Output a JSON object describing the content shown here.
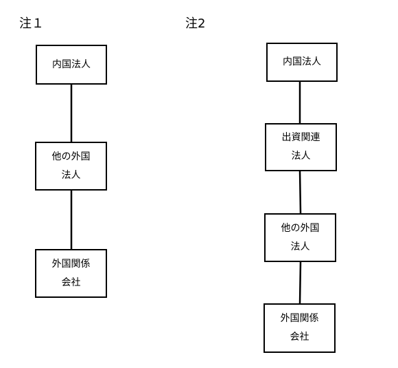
{
  "notes": [
    {
      "label": "注１",
      "boxes": [
        [
          "内国法人"
        ],
        [
          "他の外国",
          "法人"
        ],
        [
          "外国関係",
          "会社"
        ]
      ]
    },
    {
      "label": "注2",
      "boxes": [
        [
          "内国法人"
        ],
        [
          "出資関連",
          "法人"
        ],
        [
          "他の外国",
          "法人"
        ],
        [
          "外国関係",
          "会社"
        ]
      ]
    }
  ],
  "colors": {
    "line": "#000000",
    "box_border": "#000000",
    "background": "#ffffff"
  }
}
